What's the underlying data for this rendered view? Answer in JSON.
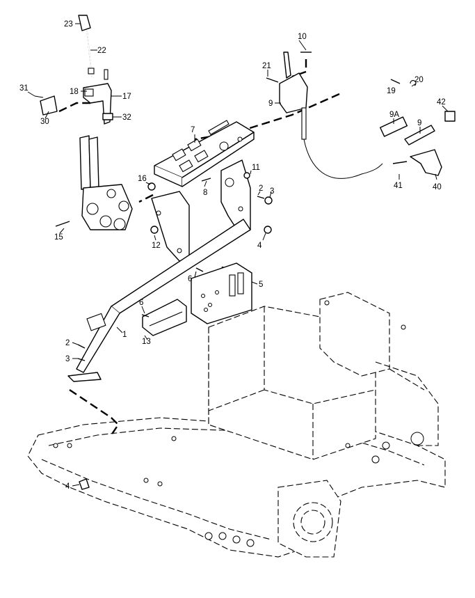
{
  "diagram": {
    "callouts": {
      "c23": "23",
      "c22": "22",
      "c10": "10",
      "c21": "21",
      "c20": "20",
      "c19": "19",
      "c31": "31",
      "c18": "18",
      "c17": "17",
      "c30": "30",
      "c32": "32",
      "c9": "9",
      "c9a": "9A",
      "c9b": "9",
      "c42": "42",
      "c7": "7",
      "c16": "16",
      "c11": "11",
      "c2a": "2",
      "c3a": "3",
      "c8": "8",
      "c41": "41",
      "c40": "40",
      "c15": "15",
      "c12": "12",
      "c4a": "4",
      "c6a": "6",
      "c5": "5",
      "c6b": "6",
      "c1": "1",
      "c13": "13",
      "c2b": "2",
      "c3b": "3",
      "c4b": "4"
    }
  }
}
